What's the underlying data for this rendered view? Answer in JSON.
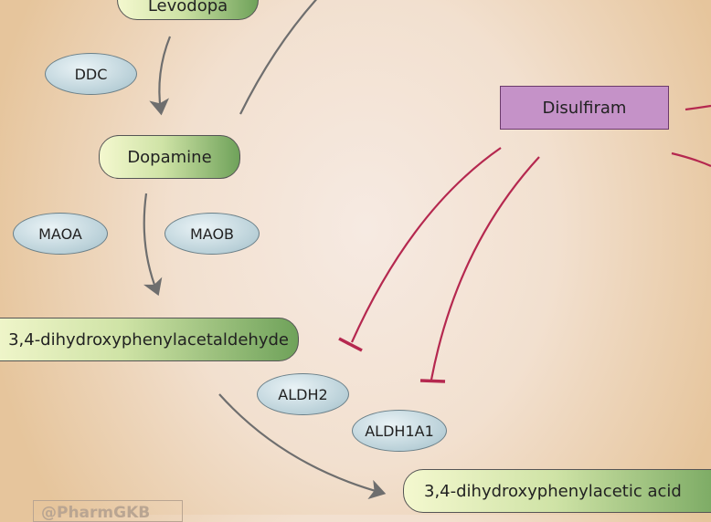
{
  "metabolites": {
    "levodopa": "Levodopa",
    "dopamine": "Dopamine",
    "dopal": "3,4-dihydroxyphenylacetaldehyde",
    "dopac": "3,4-dihydroxyphenylacetic acid"
  },
  "enzymes": {
    "ddc": "DDC",
    "maoa": "MAOA",
    "maob": "MAOB",
    "aldh2": "ALDH2",
    "aldh1a1": "ALDH1A1"
  },
  "drug": {
    "disulfiram": "Disulfiram"
  },
  "watermark": "@PharmGKB",
  "colors": {
    "inhibition": "#b5284f",
    "arrow": "#6e6e6e",
    "drug_fill": "#c592c8"
  }
}
